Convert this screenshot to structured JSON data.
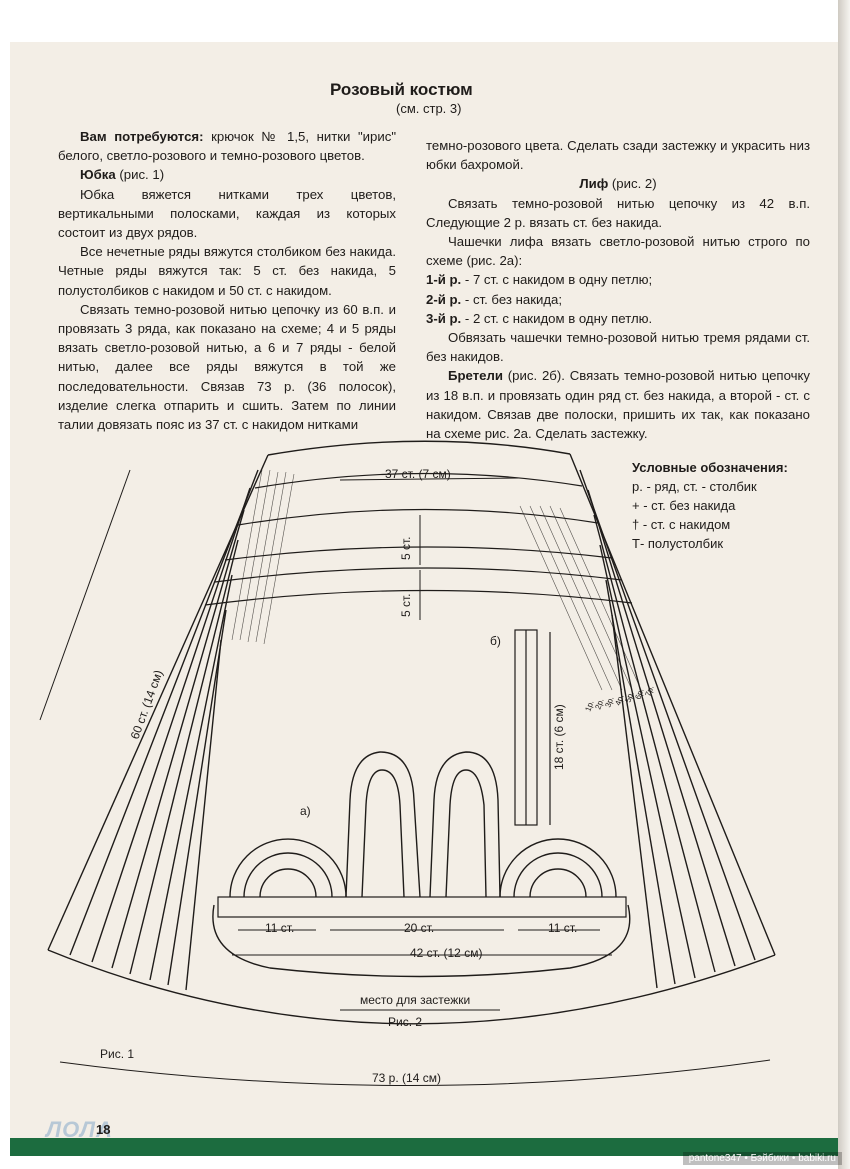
{
  "header": {
    "title": "Розовый костюм",
    "subtitle": "(см. стр. 3)"
  },
  "left_col": {
    "materials_head": "Вам потребуются:",
    "materials": " крючок № 1,5, нитки \"ирис\" белого, светло-розового и темно-розового цветов.",
    "skirt_head": "Юбка",
    "skirt_ref": " (рис. 1)",
    "p1": "Юбка вяжется нитками трех цветов, вертикальными полосками, каждая из которых состоит из двух рядов.",
    "p2": "Все нечетные ряды вяжутся столбиком без накида. Четные ряды вяжутся так: 5 ст. без накида, 5 полустолбиков с накидом и 50 ст. с накидом.",
    "p3": "Связать темно-розовой нитью цепочку из 60 в.п. и провязать 3 ряда, как показано на схеме; 4 и 5 ряды вязать светло-розовой нитью, а 6 и 7 ряды - белой нитью, далее все ряды вяжутся в той же последовательности. Связав 73 р. (36 полосок), изделие слегка отпарить и сшить. Затем по линии талии довязать пояс из 37 ст. с накидом нитками"
  },
  "right_col": {
    "p1": "темно-розового цвета. Сделать сзади застежку и украсить низ юбки бахромой.",
    "bodice_head": "Лиф",
    "bodice_ref": " (рис. 2)",
    "p2": "Связать темно-розовой нитью цепочку из 42 в.п. Следующие 2 р. вязать ст. без накида.",
    "p3": "Чашечки лифа вязать светло-розовой нитью строго по схеме (рис. 2а):",
    "r1_head": "1-й р.",
    "r1": " - 7 ст. с накидом в одну петлю;",
    "r2_head": "2-й р.",
    "r2": " - ст. без накида;",
    "r3_head": "3-й р.",
    "r3": " - 2 ст. с накидом в одну петлю.",
    "p4": "Обвязать чашечки темно-розовой нитью тремя рядами ст. без накидов.",
    "straps_head": "Бретели",
    "straps": " (рис. 2б). Связать темно-розовой нитью цепочку из 18 в.п. и провязать один ряд ст. без накида, а второй - ст. с накидом. Связав две полоски, пришить их так, как показано на схеме рис. 2а. Сделать застежку."
  },
  "legend": {
    "title": "Условные обозначения:",
    "items": [
      "р. - ряд, ст. - столбик",
      "+ - ст. без накида",
      "† - ст. с накидом",
      "Т- полустолбик"
    ]
  },
  "diagram": {
    "top_width": "37 ст. (7 см)",
    "band1": "5 ст.",
    "band2": "5 ст.",
    "side_length": "60 ст. (14 см)",
    "strap_length": "18 ст. (6 см)",
    "label_a": "а)",
    "label_b": "б)",
    "cup_left": "11 ст.",
    "center": "20 ст.",
    "cup_right": "11 ст.",
    "bodice_width": "42 ст. (12 см)",
    "clasp": "место для застежки",
    "fig2": "Рис. 2",
    "fig1": "Рис. 1",
    "bottom_width": "73 р. (14 см)",
    "row_labels": [
      "1р.",
      "2р.",
      "3р.",
      "4р.",
      "5р.",
      "6р.",
      "7р."
    ]
  },
  "footer": {
    "page_number": "18",
    "magazine": "ЛОЛА",
    "watermark": "pantone347 • Бэйбики • babiki.ru"
  }
}
